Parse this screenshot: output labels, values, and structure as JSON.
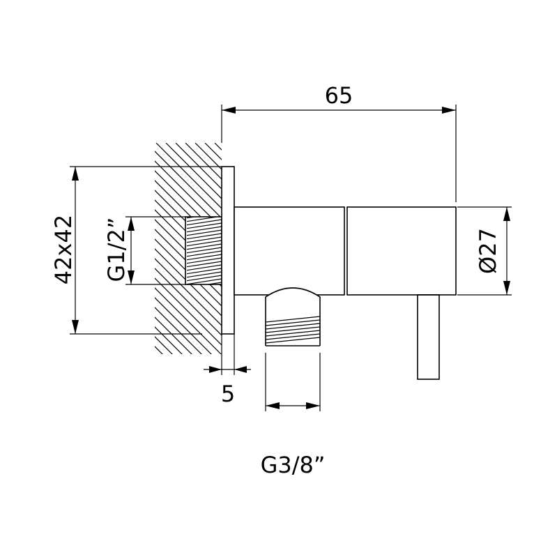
{
  "labels": {
    "overall_length": "65",
    "flange_size": "42x42",
    "inlet_thread": "G1/2”",
    "body_diameter": "Ø27",
    "flange_thickness": "5",
    "outlet_thread": "G3/8”"
  },
  "colors": {
    "line": "#000000",
    "background": "#ffffff"
  }
}
